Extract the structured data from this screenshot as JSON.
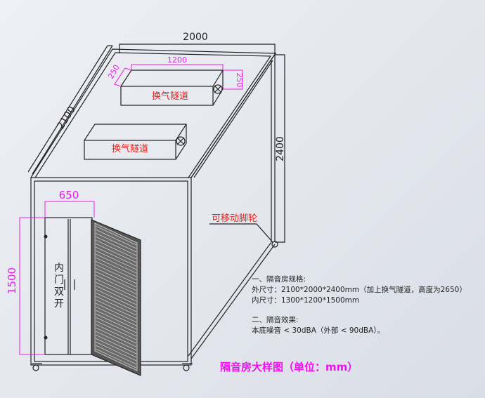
{
  "dimensions": {
    "width": "2000",
    "depth": "2100",
    "height": "2400",
    "tunnel_length": "1200",
    "tunnel_w": "250",
    "tunnel_h": "250",
    "door_width": "650",
    "door_height": "1500"
  },
  "labels": {
    "tunnel_upper": "换气隧道",
    "tunnel_lower": "换气隧道",
    "inner_door": [
      "内",
      "门",
      "双",
      "开"
    ],
    "caster": "可移动脚轮"
  },
  "notes": {
    "spec_heading": "一、隔音房规格:",
    "outer_size": "外尺寸：2100*2000*2400mm（加上换气隧道，高度为2650）",
    "inner_size": "内尺寸：1300*1200*1500mm",
    "effect_heading": "二、隔音效果:",
    "noise": "本底噪音 < 30dBA（外部 < 90dBA）。"
  },
  "title": "隔音房大样图（单位：mm）",
  "colors": {
    "dimension": "#e81ee8",
    "label": "#e8231e",
    "title": "#ee11ee"
  }
}
